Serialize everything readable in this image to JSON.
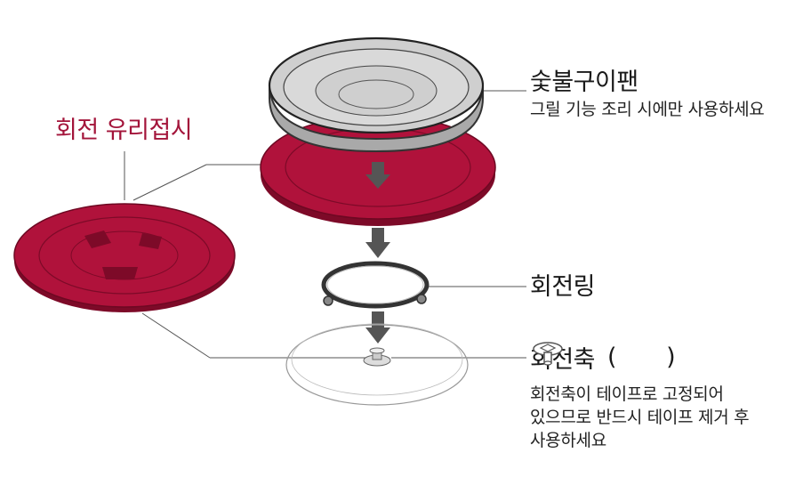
{
  "labels": {
    "grill_pan_title": "숯불구이팬",
    "grill_pan_desc": "그릴 기능 조리 시에만 사용하세요",
    "glass_tray_title": "회전 유리접시",
    "roller_ring_title": "회전링",
    "coupler_title": "회전축",
    "coupler_paren_open": "(",
    "coupler_paren_close": ")",
    "coupler_desc_line1": "회전축이 테이프로 고정되어",
    "coupler_desc_line2": "있으므로 반드시 테이프 제거 후",
    "coupler_desc_line3": "사용하세요"
  },
  "colors": {
    "tray_red": "#b0123b",
    "tray_red_dark": "#7d0a28",
    "grill_gray": "#c9c9c9",
    "arrow_gray": "#555555",
    "label_red": "#a3143a",
    "leader_line": "#555555"
  },
  "icons": [
    "grill-pan-icon",
    "glass-tray-icon",
    "roller-ring-icon",
    "coupler-icon",
    "down-arrow-icon"
  ]
}
